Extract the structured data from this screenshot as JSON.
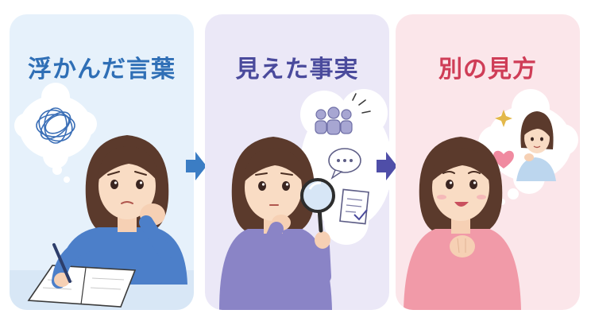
{
  "panels": [
    {
      "title": "浮かんだ言葉",
      "title_color": "#2f6fb6",
      "bg": "#e6f1fb"
    },
    {
      "title": "見えた事実",
      "title_color": "#4a4a9c",
      "bg": "#ebe8f7"
    },
    {
      "title": "別の見方",
      "title_color": "#cf3d57",
      "bg": "#fbe6ea"
    }
  ],
  "arrows": [
    {
      "color": "#3b7dc4"
    },
    {
      "color": "#4f4ea8"
    }
  ]
}
